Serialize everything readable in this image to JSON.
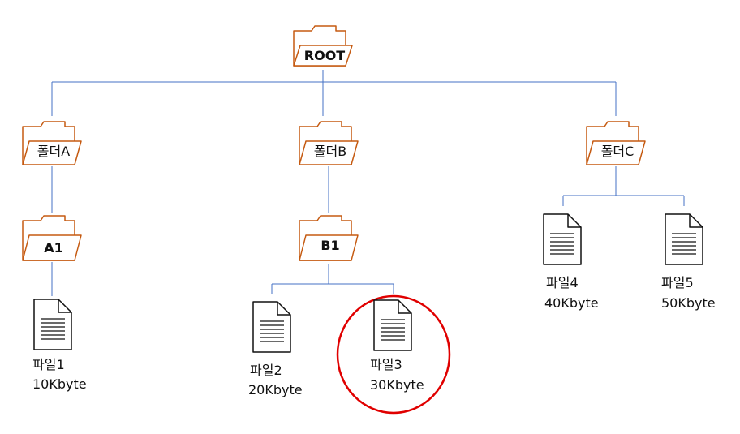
{
  "colors": {
    "connector": "#4472C4",
    "folder_stroke": "#C55A11",
    "file_stroke": "#111111",
    "highlight": "#E00000"
  },
  "root": {
    "label": "ROOT"
  },
  "folders": {
    "a": {
      "label": "폴더A"
    },
    "b": {
      "label": "폴더B"
    },
    "c": {
      "label": "폴더C"
    },
    "a1": {
      "label": "A1"
    },
    "b1": {
      "label": "B1"
    }
  },
  "files": {
    "f1": {
      "name": "파일1",
      "size": "10Kbyte"
    },
    "f2": {
      "name": "파일2",
      "size": "20Kbyte"
    },
    "f3": {
      "name": "파일3",
      "size": "30Kbyte",
      "highlighted": true
    },
    "f4": {
      "name": "파일4",
      "size": "40Kbyte"
    },
    "f5": {
      "name": "파일5",
      "size": "50Kbyte"
    }
  }
}
